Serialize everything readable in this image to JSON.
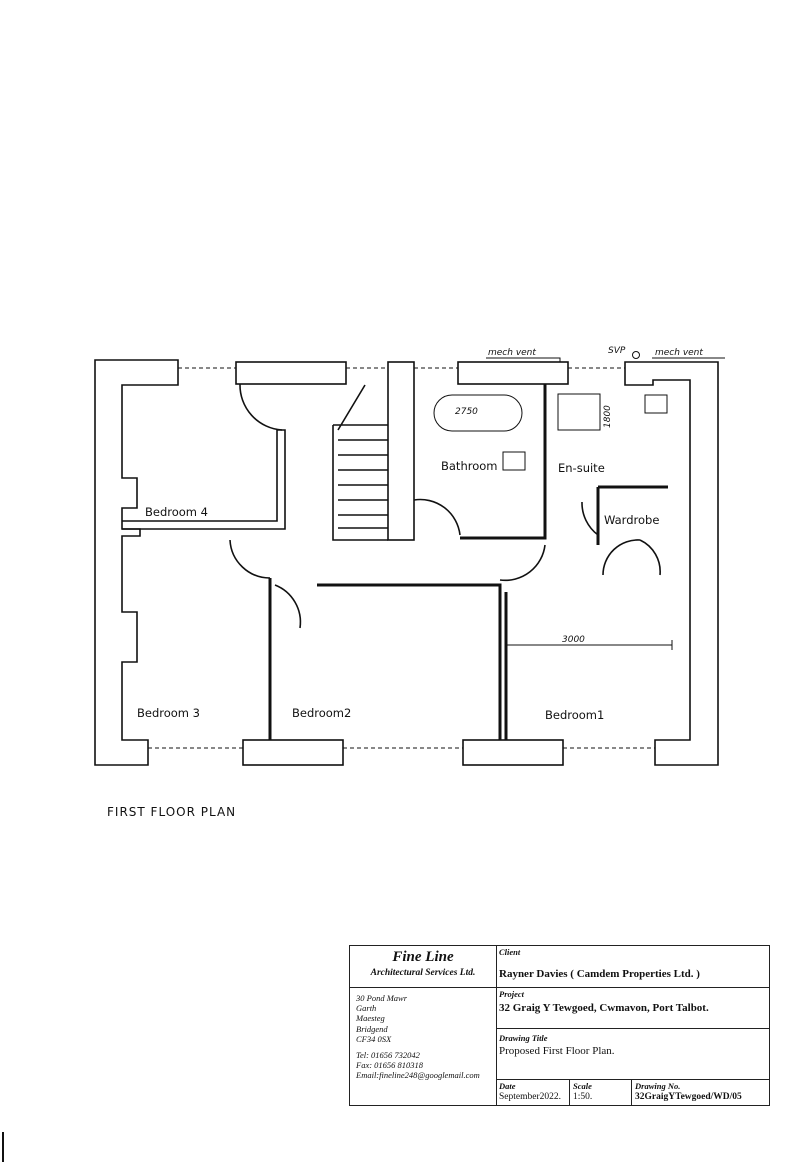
{
  "drawing": {
    "plan_title": "FIRST FLOOR PLAN",
    "rooms": {
      "bedroom4": "Bedroom 4",
      "bedroom3": "Bedroom 3",
      "bedroom2": "Bedroom2",
      "bedroom1": "Bedroom1",
      "bathroom": "Bathroom",
      "ensuite": "En-suite",
      "wardrobe": "Wardrobe"
    },
    "notes": {
      "vent_left": "mech vent",
      "vent_right": "mech vent",
      "svp": "SVP",
      "bath_dim": "2750",
      "shower_dim": "1800",
      "bed1_dim": "3000"
    }
  },
  "title_block": {
    "firm_name": "Fine Line",
    "firm_subtitle": "Architectural Services Ltd.",
    "address": [
      "30 Pond Mawr",
      "Garth",
      "Maesteg",
      "Bridgend",
      "CF34 0SX"
    ],
    "tel": "Tel: 01656 732042",
    "fax": "Fax: 01656 810318",
    "email": "Email:fineline248@googlemail.com",
    "client_label": "Client",
    "client_value": "Rayner Davies ( Camdem Properties Ltd. )",
    "project_label": "Project",
    "project_value": "32 Graig Y Tewgoed, Cwmavon, Port Talbot.",
    "drawing_title_label": "Drawing Title",
    "drawing_title_value": "Proposed First Floor Plan.",
    "date_label": "Date",
    "date_value": "September2022.",
    "scale_label": "Scale",
    "scale_value": "1:50.",
    "drawing_no_label": "Drawing No.",
    "drawing_no_value": "32GraigYTewgoed/WD/05"
  }
}
